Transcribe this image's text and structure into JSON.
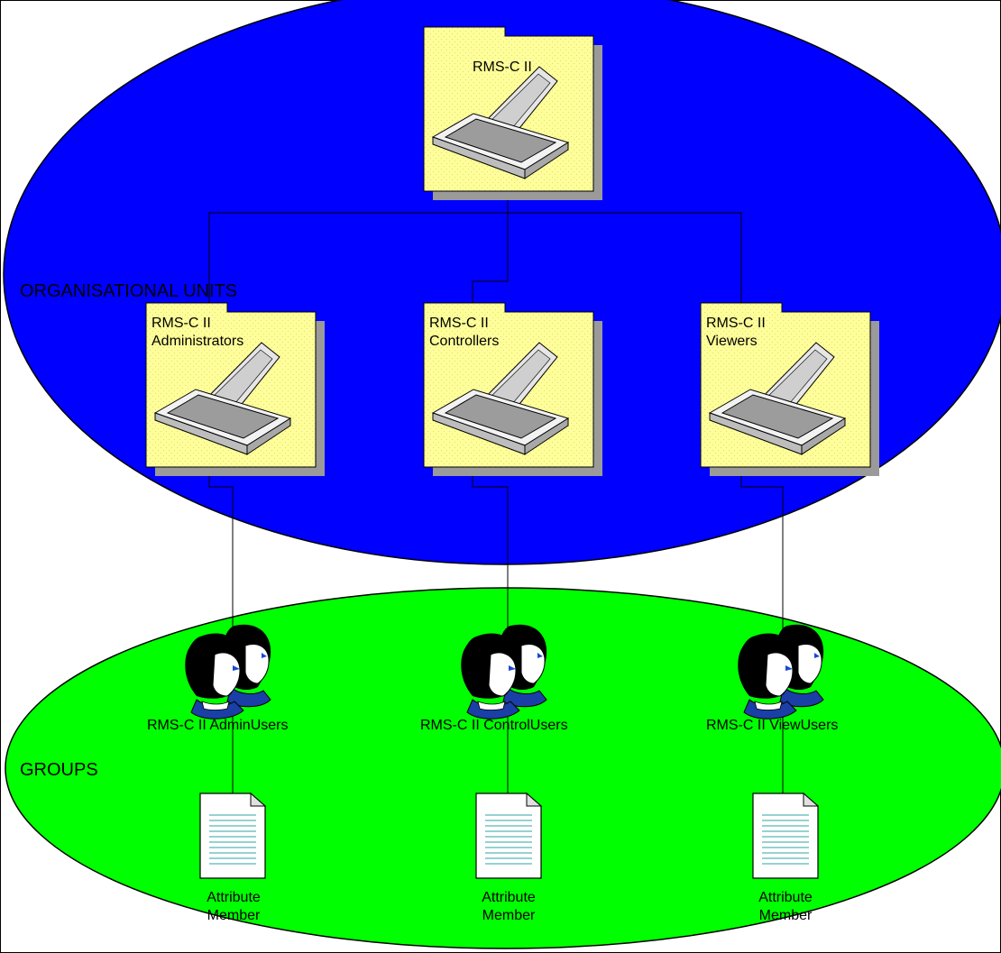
{
  "regions": {
    "organisational_units": {
      "label": "ORGANISATIONAL UNITS",
      "color": "#0000FF"
    },
    "groups": {
      "label": "GROUPS",
      "color": "#00FF00"
    }
  },
  "folder_color": "#FFFF99",
  "folders": {
    "root": {
      "line1": "RMS-C II",
      "line2": ""
    },
    "admins": {
      "line1": "RMS-C II",
      "line2": "Administrators"
    },
    "controllers": {
      "line1": "RMS-C II",
      "line2": "Controllers"
    },
    "viewers": {
      "line1": "RMS-C II",
      "line2": "Viewers"
    }
  },
  "groups": {
    "admin_users": {
      "label": "RMS-C II AdminUsers"
    },
    "control_users": {
      "label": "RMS-C II ControlUsers"
    },
    "view_users": {
      "label": "RMS-C II ViewUsers"
    }
  },
  "attributes": {
    "admin": {
      "line1": "Attribute",
      "line2": "Member"
    },
    "control": {
      "line1": "Attribute",
      "line2": "Member"
    },
    "view": {
      "line1": "Attribute",
      "line2": "Member"
    }
  }
}
